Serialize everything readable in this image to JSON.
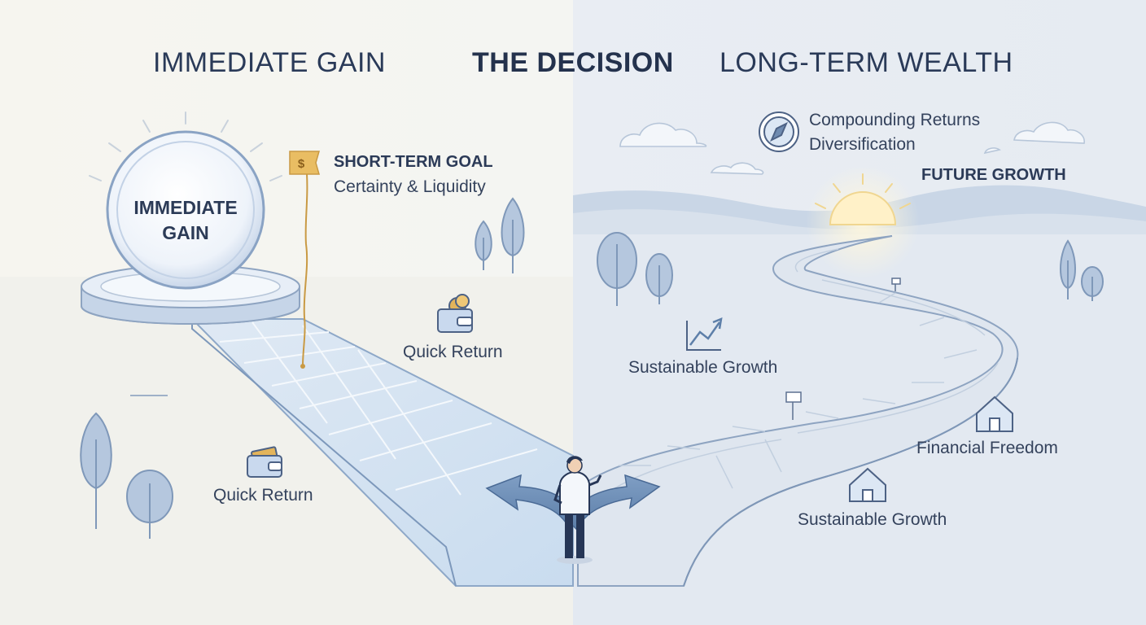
{
  "headers": {
    "left": "IMMEDIATE GAIN",
    "center": "THE DECISION",
    "right": "LONG-TERM WEALTH"
  },
  "left_side": {
    "circle_line1": "IMMEDIATE",
    "circle_line2": "GAIN",
    "goal_title": "SHORT-TERM GOAL",
    "goal_subtitle": "Certainty & Liquidity",
    "quick_return_upper": "Quick Return",
    "quick_return_lower": "Quick Return"
  },
  "right_side": {
    "compounding": "Compounding Returns",
    "diversification": "Diversification",
    "future_growth": "FUTURE GROWTH",
    "sustainable_upper": "Sustainable Growth",
    "financial_freedom": "Financial Freedom",
    "sustainable_lower": "Sustainable Growth"
  },
  "icons": {
    "flag": "dollar-flag-icon",
    "wallet": "wallet-coins-icon",
    "card": "wallet-card-icon",
    "compass": "compass-icon",
    "chart": "growth-chart-icon",
    "house": "house-icon"
  },
  "colors": {
    "left_bg": "#f7f6f1",
    "right_bg": "#e8edf4",
    "accent_gold": "#e3b45a",
    "path_blue": "#cfe0f1",
    "text_dark": "#2a3a58"
  }
}
